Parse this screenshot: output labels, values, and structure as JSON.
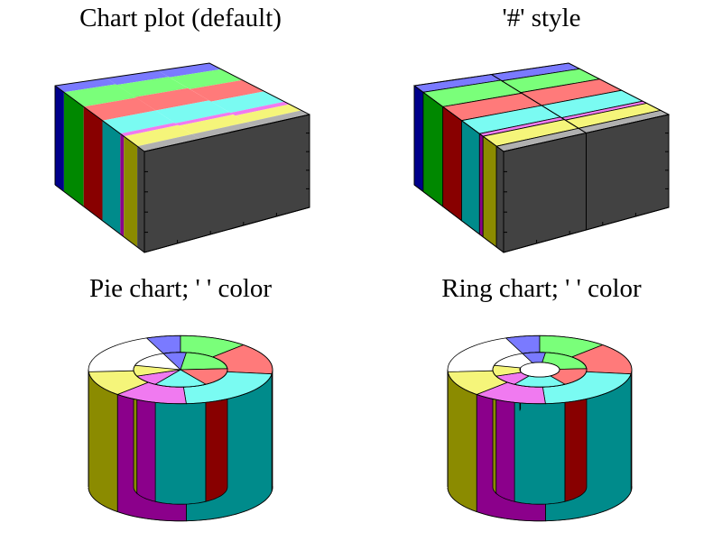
{
  "figure": {
    "panels": [
      {
        "title": "Chart plot (default)"
      },
      {
        "title": "'#' style"
      },
      {
        "title": "Pie chart; ' ' color"
      },
      {
        "title": "Ring chart; ' ' color"
      }
    ]
  },
  "colors": {
    "blue": "#7a7aff",
    "green": "#7aff7a",
    "red": "#ff7a7a",
    "cyan": "#7afbf2",
    "magenta": "#f07af0",
    "yellow": "#f5f57a",
    "gray": "#b0b0b0",
    "blue_dark": "#00008b",
    "green_dark": "#008800",
    "red_dark": "#880000",
    "cyan_dark": "#008b8b",
    "magenta_dark": "#8b008b",
    "yellow_dark": "#8b8b00",
    "gray_dark": "#424242",
    "edge": "#000000"
  },
  "chart_data": [
    {
      "panel": 0,
      "type": "bar",
      "title": "Chart plot (default)",
      "style": "stacked 3D chart plot, segments side by side along depth",
      "series": [
        {
          "color": "blue",
          "values": [
            0.1,
            0.11,
            0.12
          ]
        },
        {
          "color": "green",
          "values": [
            0.22,
            0.2,
            0.21
          ]
        },
        {
          "color": "red",
          "values": [
            0.21,
            0.22,
            0.22
          ]
        },
        {
          "color": "cyan",
          "values": [
            0.2,
            0.21,
            0.2
          ]
        },
        {
          "color": "magenta",
          "values": [
            0.04,
            0.04,
            0.05
          ]
        },
        {
          "color": "yellow",
          "values": [
            0.15,
            0.14,
            0.12
          ]
        },
        {
          "color": "gray",
          "values": [
            0.08,
            0.08,
            0.08
          ]
        }
      ],
      "grid": false
    },
    {
      "panel": 1,
      "type": "bar",
      "title": "'#' style",
      "style": "same chart drawn with '#' (cell border) style",
      "series": [
        {
          "color": "blue",
          "values": [
            0.1,
            0.11
          ]
        },
        {
          "color": "green",
          "values": [
            0.22,
            0.2
          ]
        },
        {
          "color": "red",
          "values": [
            0.21,
            0.22
          ]
        },
        {
          "color": "cyan",
          "values": [
            0.2,
            0.21
          ]
        },
        {
          "color": "magenta",
          "values": [
            0.04,
            0.04
          ]
        },
        {
          "color": "yellow",
          "values": [
            0.15,
            0.14
          ]
        },
        {
          "color": "gray",
          "values": [
            0.08,
            0.08
          ]
        }
      ],
      "grid": false
    },
    {
      "panel": 2,
      "type": "pie",
      "title": "Pie chart; ' ' color",
      "rings": [
        {
          "ring": "inner",
          "slices": [
            {
              "color": "blue",
              "value": 0.08
            },
            {
              "color": "green",
              "value": 0.22
            },
            {
              "color": "red",
              "value": 0.17
            },
            {
              "color": "cyan",
              "value": 0.18
            },
            {
              "color": "magenta",
              "value": 0.1
            },
            {
              "color": "yellow",
              "value": 0.1
            },
            {
              "color": "none",
              "value": 0.15
            }
          ]
        },
        {
          "ring": "outer",
          "slices": [
            {
              "color": "blue",
              "value": 0.06
            },
            {
              "color": "green",
              "value": 0.12
            },
            {
              "color": "red",
              "value": 0.15
            },
            {
              "color": "cyan",
              "value": 0.22
            },
            {
              "color": "magenta",
              "value": 0.13
            },
            {
              "color": "yellow",
              "value": 0.12
            },
            {
              "color": "none",
              "value": 0.2
            }
          ]
        }
      ],
      "legend": "none"
    },
    {
      "panel": 3,
      "type": "pie",
      "title": "Ring chart; ' ' color",
      "style": "ring (hole in the center)",
      "rings": [
        {
          "ring": "inner",
          "slices": [
            {
              "color": "blue",
              "value": 0.08
            },
            {
              "color": "green",
              "value": 0.22
            },
            {
              "color": "red",
              "value": 0.17
            },
            {
              "color": "cyan",
              "value": 0.18
            },
            {
              "color": "magenta",
              "value": 0.1
            },
            {
              "color": "yellow",
              "value": 0.1
            },
            {
              "color": "none",
              "value": 0.15
            }
          ]
        },
        {
          "ring": "outer",
          "slices": [
            {
              "color": "blue",
              "value": 0.06
            },
            {
              "color": "green",
              "value": 0.12
            },
            {
              "color": "red",
              "value": 0.15
            },
            {
              "color": "cyan",
              "value": 0.22
            },
            {
              "color": "magenta",
              "value": 0.13
            },
            {
              "color": "yellow",
              "value": 0.12
            },
            {
              "color": "none",
              "value": 0.2
            }
          ]
        }
      ],
      "legend": "none"
    }
  ]
}
